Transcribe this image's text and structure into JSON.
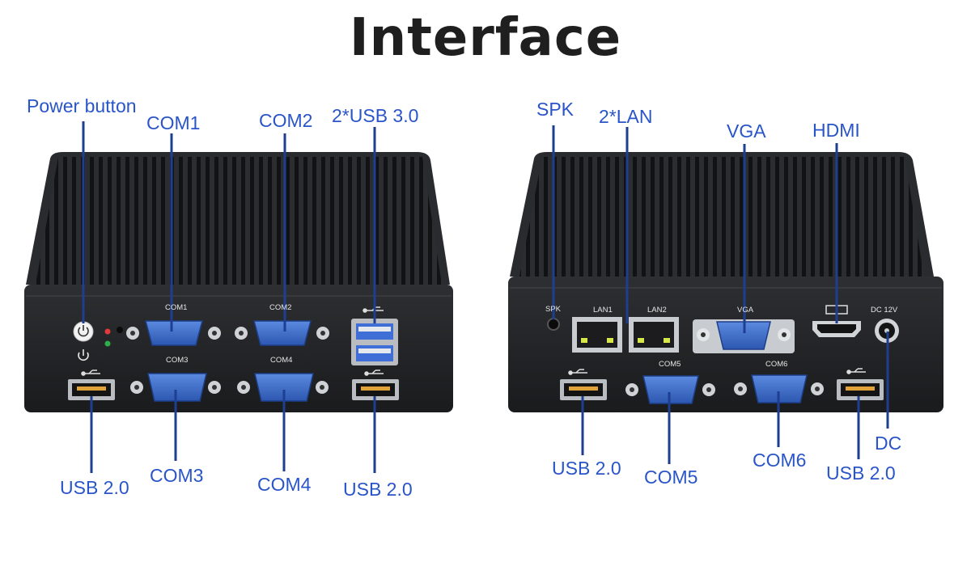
{
  "title": "Interface",
  "front_panel": {
    "callouts": {
      "power_button": "Power button",
      "com1": "COM1",
      "com2": "COM2",
      "usb3": "2*USB 3.0",
      "usb2_left": "USB 2.0",
      "com3": "COM3",
      "com4": "COM4",
      "usb2_right": "USB 2.0"
    },
    "silkscreen": {
      "com1": "COM1",
      "com2": "COM2",
      "com3": "COM3",
      "com4": "COM4"
    }
  },
  "rear_panel": {
    "callouts": {
      "spk": "SPK",
      "lan": "2*LAN",
      "vga": "VGA",
      "hdmi": "HDMI",
      "usb2_left": "USB 2.0",
      "com5": "COM5",
      "com6": "COM6",
      "usb2_right": "USB 2.0",
      "dc": "DC"
    },
    "silkscreen": {
      "spk": "SPK",
      "lan1": "LAN1",
      "lan2": "LAN2",
      "vga": "VGA",
      "dc": "DC 12V",
      "com5": "COM5",
      "com6": "COM6"
    }
  },
  "colors": {
    "callout_text": "#2a55c8",
    "leader_line": "#1e3f91",
    "serial_port": "#3b6ccc",
    "chassis": "#262729"
  }
}
